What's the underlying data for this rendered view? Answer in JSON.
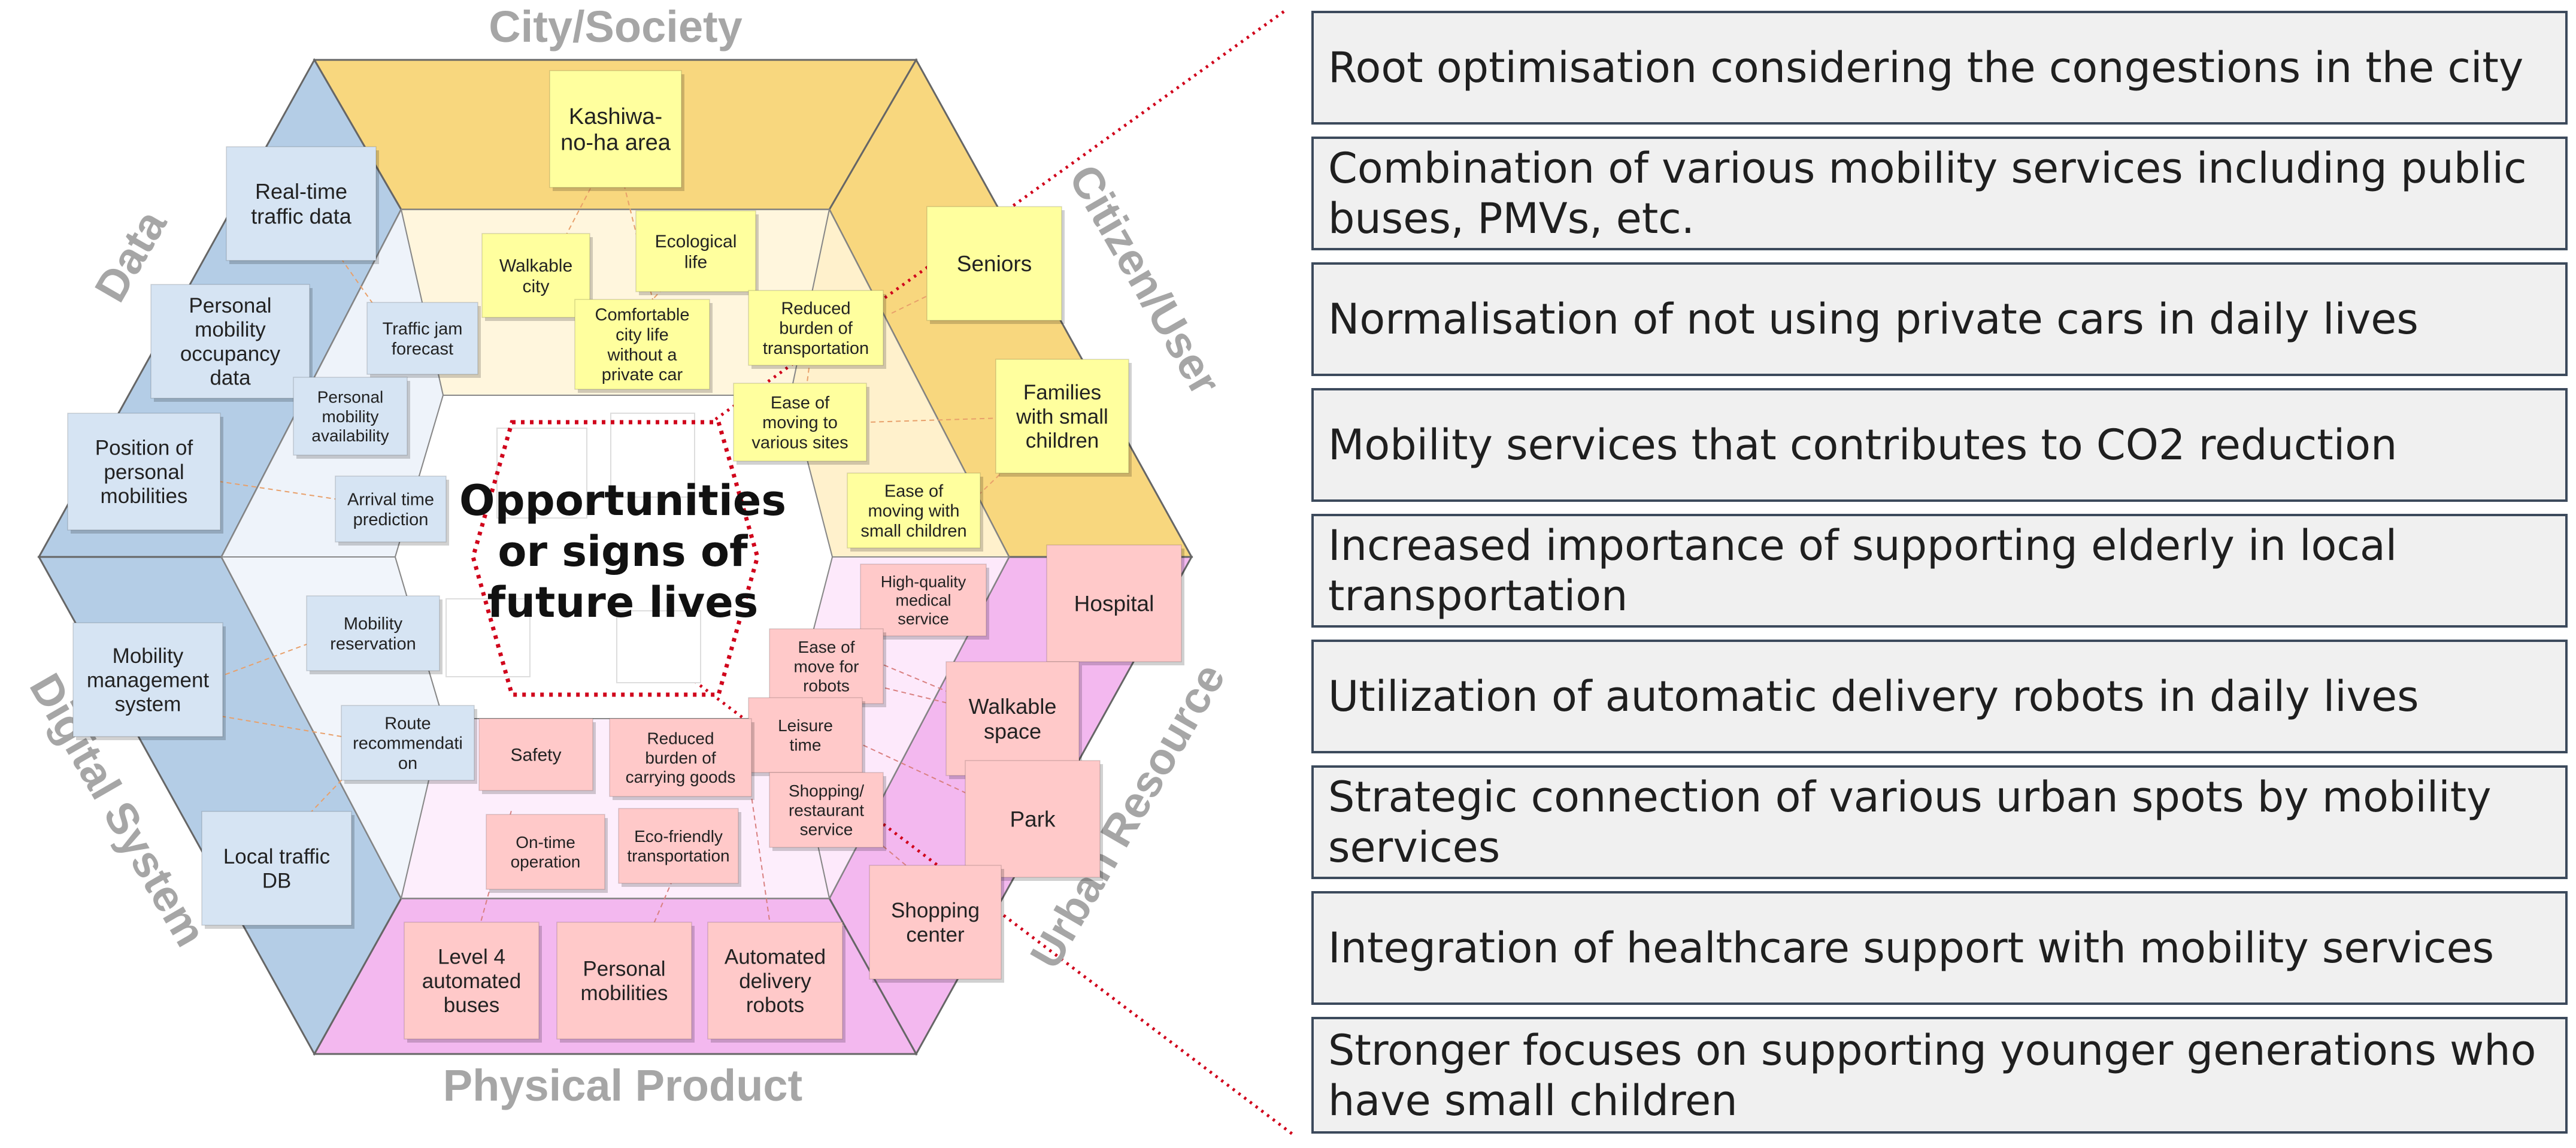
{
  "diagram": {
    "sectors": {
      "city_society": "City/Society",
      "citizen_user": "Citizen/User",
      "urban_resource": "Urban Resource",
      "physical_product": "Physical Product",
      "digital_system": "Digital System",
      "data": "Data"
    },
    "center": {
      "line1": "Opportunities",
      "line2": "or signs of",
      "line3": "future lives"
    },
    "notes": {
      "kashiwa": [
        "Kashiwa-",
        "no-ha area"
      ],
      "walkable_city": [
        "Walkable",
        "city"
      ],
      "ecological_life": [
        "Ecological",
        "life"
      ],
      "comfortable_city": [
        "Comfortable",
        "city life",
        "without a",
        "private car"
      ],
      "reduced_transport": [
        "Reduced",
        "burden of",
        "transportation"
      ],
      "seniors": [
        "Seniors"
      ],
      "families": [
        "Families",
        "with small",
        "children"
      ],
      "ease_sites": [
        "Ease of",
        "moving to",
        "various sites"
      ],
      "ease_children": [
        "Ease of",
        "moving with",
        "small children"
      ],
      "realtime_traffic": [
        "Real-time",
        "traffic data"
      ],
      "pm_occupancy": [
        "Personal",
        "mobility",
        "occupancy",
        "data"
      ],
      "traffic_jam": [
        "Traffic jam",
        "forecast"
      ],
      "pm_availability": [
        "Personal",
        "mobility",
        "availability"
      ],
      "position_pm": [
        "Position of",
        "personal",
        "mobilities"
      ],
      "arrival_time": [
        "Arrival time",
        "prediction"
      ],
      "mobility_mgmt": [
        "Mobility",
        "management",
        "system"
      ],
      "mobility_res": [
        "Mobility",
        "reservation"
      ],
      "route_rec": [
        "Route",
        "recommendati",
        "on"
      ],
      "local_db": [
        "Local traffic",
        "DB"
      ],
      "medical": [
        "High-quality",
        "medical",
        "service"
      ],
      "hospital": [
        "Hospital"
      ],
      "ease_robots": [
        "Ease of",
        "move for",
        "robots"
      ],
      "walkable_space": [
        "Walkable",
        "space"
      ],
      "leisure": [
        "Leisure",
        "time"
      ],
      "safety": [
        "Safety"
      ],
      "reduced_goods": [
        "Reduced",
        "burden of",
        "carrying goods"
      ],
      "shopping_service": [
        "Shopping/",
        "restaurant",
        "service"
      ],
      "park": [
        "Park"
      ],
      "shopping_center": [
        "Shopping",
        "center"
      ],
      "ontime": [
        "On-time",
        "operation"
      ],
      "eco_transport": [
        "Eco-friendly",
        "transportation"
      ],
      "level4": [
        "Level 4",
        "automated",
        "buses"
      ],
      "personal_mob": [
        "Personal",
        "mobilities"
      ],
      "delivery_robots": [
        "Automated",
        "delivery",
        "robots"
      ]
    }
  },
  "opportunities": [
    "Root optimisation considering the congestions in the city",
    "Combination of various mobility services including public buses, PMVs, etc.",
    "Normalisation of not using private cars in daily lives",
    "Mobility services that contributes to CO2 reduction",
    "Increased importance of supporting elderly in local transportation",
    "Utilization of automatic delivery robots in daily lives",
    "Strategic connection of various urban spots by mobility services",
    "Integration of healthcare support with mobility services",
    "Stronger focuses on supporting younger generations who have small children"
  ],
  "colors": {
    "yellow_sector": "#f8d77e",
    "pink_sector": "#f3b8ef",
    "blue_sector": "#b4cde6",
    "yellow_note": "#ffff9e",
    "pink_note": "#ffc9c9",
    "blue_note": "#d6e4f3",
    "connector_red": "#d0021b"
  }
}
